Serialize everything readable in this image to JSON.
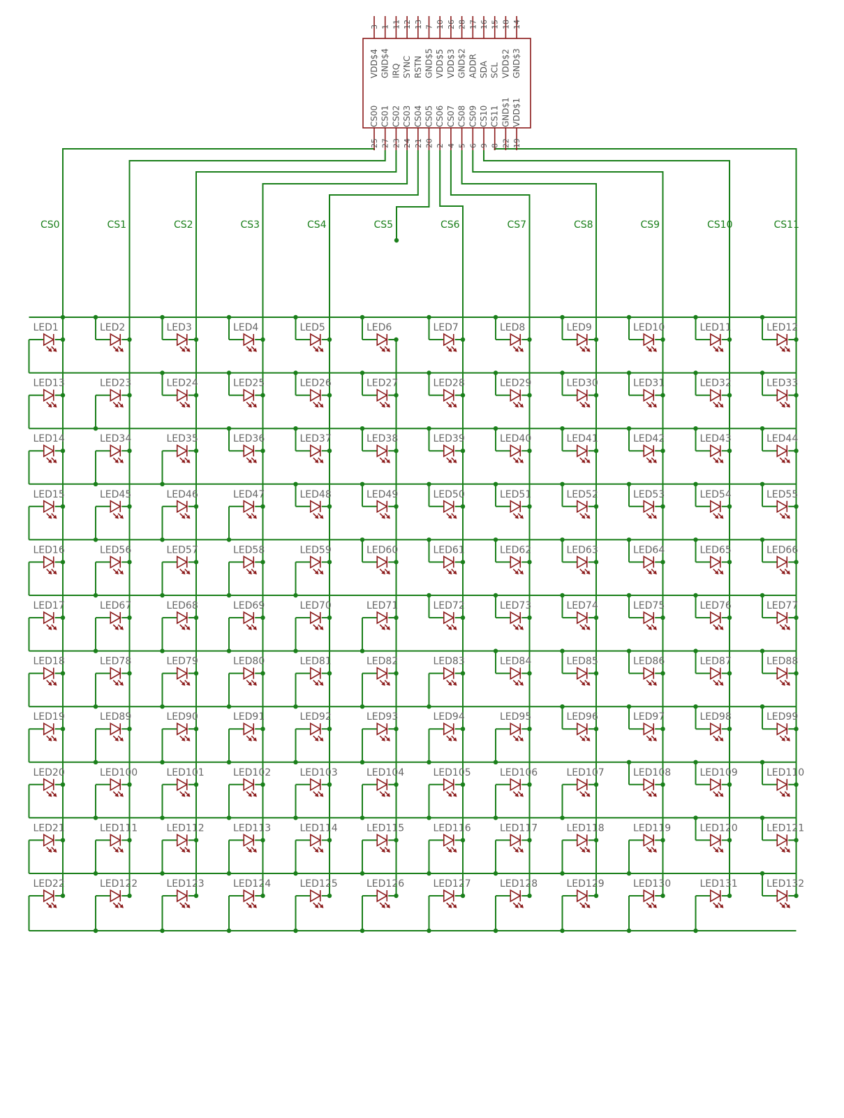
{
  "schematic": {
    "chip": {
      "top_pins": [
        {
          "num": "3",
          "name": "VDD$4"
        },
        {
          "num": "1",
          "name": "GND$4"
        },
        {
          "num": "11",
          "name": "IRQ"
        },
        {
          "num": "12",
          "name": "SYNC"
        },
        {
          "num": "13",
          "name": "RSTN"
        },
        {
          "num": "7",
          "name": "GND$5"
        },
        {
          "num": "10",
          "name": "VDD$5"
        },
        {
          "num": "26",
          "name": "VDD$3"
        },
        {
          "num": "28",
          "name": "GND$2"
        },
        {
          "num": "17",
          "name": "ADDR"
        },
        {
          "num": "16",
          "name": "SDA"
        },
        {
          "num": "15",
          "name": "SCL"
        },
        {
          "num": "18",
          "name": "VDD$2"
        },
        {
          "num": "14",
          "name": "GND$3"
        }
      ],
      "bottom_pins": [
        {
          "num": "25",
          "name": "CS00"
        },
        {
          "num": "27",
          "name": "CS01"
        },
        {
          "num": "23",
          "name": "CS02"
        },
        {
          "num": "24",
          "name": "CS03"
        },
        {
          "num": "21",
          "name": "CS04"
        },
        {
          "num": "20",
          "name": "CS05"
        },
        {
          "num": "2",
          "name": "CS06"
        },
        {
          "num": "4",
          "name": "CS07"
        },
        {
          "num": "5",
          "name": "CS08"
        },
        {
          "num": "6",
          "name": "CS09"
        },
        {
          "num": "9",
          "name": "CS10"
        },
        {
          "num": "8",
          "name": "CS11"
        },
        {
          "num": "22",
          "name": "GND$1"
        },
        {
          "num": "19",
          "name": "VDD$1"
        }
      ]
    },
    "nets": [
      "CS0",
      "CS1",
      "CS2",
      "CS3",
      "CS4",
      "CS5",
      "CS6",
      "CS7",
      "CS8",
      "CS9",
      "CS10",
      "CS11"
    ],
    "led_grid": [
      [
        "LED1",
        "LED2",
        "LED3",
        "LED4",
        "LED5",
        "LED6",
        "LED7",
        "LED8",
        "LED9",
        "LED10",
        "LED11",
        "LED12"
      ],
      [
        "LED13",
        "LED23",
        "LED24",
        "LED25",
        "LED26",
        "LED27",
        "LED28",
        "LED29",
        "LED30",
        "LED31",
        "LED32",
        "LED33"
      ],
      [
        "LED14",
        "LED34",
        "LED35",
        "LED36",
        "LED37",
        "LED38",
        "LED39",
        "LED40",
        "LED41",
        "LED42",
        "LED43",
        "LED44"
      ],
      [
        "LED15",
        "LED45",
        "LED46",
        "LED47",
        "LED48",
        "LED49",
        "LED50",
        "LED51",
        "LED52",
        "LED53",
        "LED54",
        "LED55"
      ],
      [
        "LED16",
        "LED56",
        "LED57",
        "LED58",
        "LED59",
        "LED60",
        "LED61",
        "LED62",
        "LED63",
        "LED64",
        "LED65",
        "LED66"
      ],
      [
        "LED17",
        "LED67",
        "LED68",
        "LED69",
        "LED70",
        "LED71",
        "LED72",
        "LED73",
        "LED74",
        "LED75",
        "LED76",
        "LED77"
      ],
      [
        "LED18",
        "LED78",
        "LED79",
        "LED80",
        "LED81",
        "LED82",
        "LED83",
        "LED84",
        "LED85",
        "LED86",
        "LED87",
        "LED88"
      ],
      [
        "LED19",
        "LED89",
        "LED90",
        "LED91",
        "LED92",
        "LED93",
        "LED94",
        "LED95",
        "LED96",
        "LED97",
        "LED98",
        "LED99"
      ],
      [
        "LED20",
        "LED100",
        "LED101",
        "LED102",
        "LED103",
        "LED104",
        "LED105",
        "LED106",
        "LED107",
        "LED108",
        "LED109",
        "LED110"
      ],
      [
        "LED21",
        "LED111",
        "LED112",
        "LED113",
        "LED114",
        "LED115",
        "LED116",
        "LED117",
        "LED118",
        "LED119",
        "LED120",
        "LED121"
      ],
      [
        "LED22",
        "LED122",
        "LED123",
        "LED124",
        "LED125",
        "LED126",
        "LED127",
        "LED128",
        "LED129",
        "LED130",
        "LED131",
        "LED132"
      ]
    ]
  }
}
